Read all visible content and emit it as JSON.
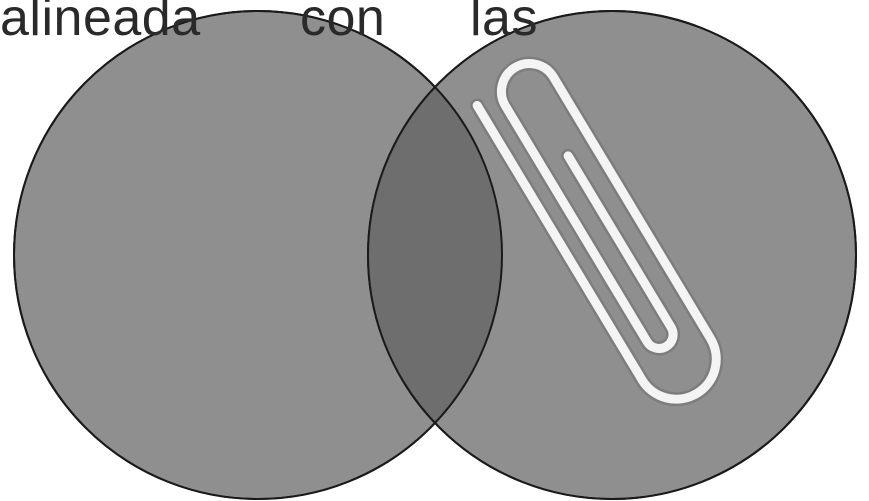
{
  "document": {
    "text_words": [
      "alineada",
      "con",
      "las"
    ]
  },
  "figure": {
    "circle_left_label": "",
    "circle_right_label": "",
    "overlap_label": "",
    "icon": "paperclip-icon",
    "colors": {
      "circle_fill": "#8f8f8f",
      "overlap_fill": "#6e6e6e",
      "outline": "#1a1a1a",
      "paperclip": "#f2f2f2"
    }
  }
}
